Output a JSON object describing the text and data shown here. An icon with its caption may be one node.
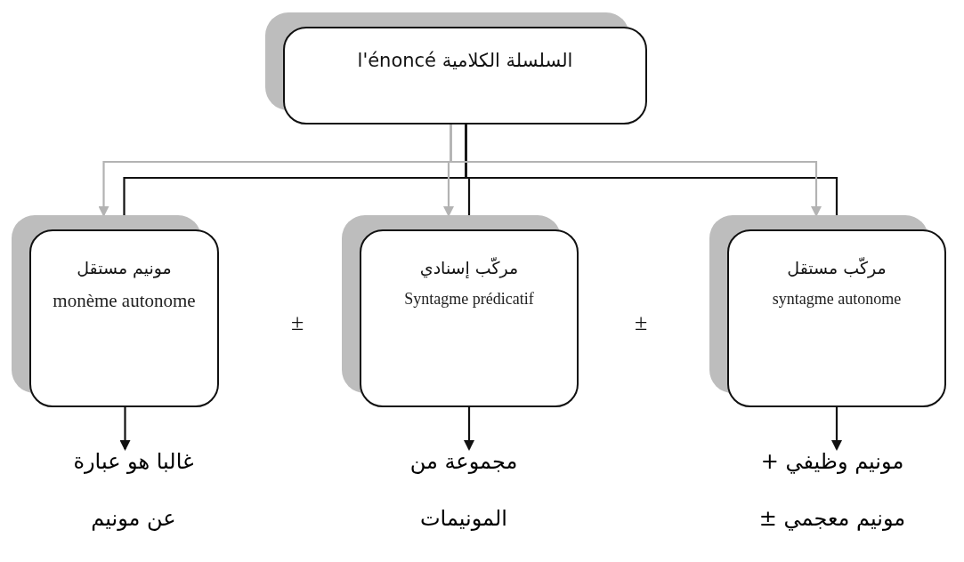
{
  "diagram": {
    "nodes": [
      {
        "text": [
          "السلسلة الكلامية l'énoncé"
        ]
      },
      {
        "text": [
          "مونيم مستقل",
          "monème autonome"
        ]
      },
      {
        "text": [
          "مركّب إسنادي",
          "Syntagme prédicatif"
        ]
      },
      {
        "text": [
          "مركّب مستقل",
          "syntagme autonome"
        ]
      },
      {
        "text": [
          "غالبا هو عبارة",
          "عن مونيم"
        ]
      },
      {
        "text": [
          "مجموعة من",
          "المونيمات"
        ]
      },
      {
        "text": [
          "مونيم وظيفي +",
          "مونيم معجمي ±"
        ]
      }
    ],
    "edges": [
      {
        "from": 0,
        "to": 1,
        "arrow": "to"
      },
      {
        "from": 0,
        "to": 2,
        "arrow": "to"
      },
      {
        "from": 0,
        "to": 3,
        "arrow": "to"
      },
      {
        "from": 0,
        "to": 1,
        "arrow": "to",
        "color": "#b3b3b3"
      },
      {
        "from": 0,
        "to": 2,
        "arrow": "to",
        "color": "#b3b3b3"
      },
      {
        "from": 0,
        "to": 3,
        "arrow": "to",
        "color": "#b3b3b3"
      },
      {
        "from": 1,
        "to": 4,
        "arrow": "to"
      },
      {
        "from": 2,
        "to": 5,
        "arrow": "to"
      },
      {
        "from": 3,
        "to": 6,
        "arrow": "to"
      }
    ],
    "labels": [
      "±",
      "±"
    ]
  }
}
